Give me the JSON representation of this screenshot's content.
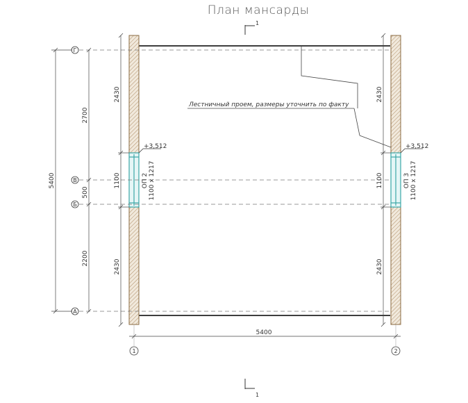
{
  "title": "План мансарды",
  "section_marks": {
    "top": "1",
    "bottom": "1"
  },
  "axes": {
    "rows": [
      "Г",
      "В",
      "Б",
      "А"
    ],
    "cols": [
      "1",
      "2"
    ]
  },
  "dimensions": {
    "total_height": "5400",
    "seg_top": "2700",
    "seg_mid": "500",
    "seg_bottom": "2200",
    "total_width": "5400",
    "wall_top_left": "2430",
    "wall_top_right": "2430",
    "wall_bottom_left": "2430",
    "wall_bottom_right": "2430",
    "window_left": "1100",
    "window_right": "1100"
  },
  "openings": {
    "left": {
      "label": "ОП 2",
      "size": "1100 х 1217",
      "level": "+3,512"
    },
    "right": {
      "label": "ОП 3",
      "size": "1100 х 1217",
      "level": "+3,512"
    }
  },
  "note": "Лестничный проем, размеры уточнить по факту",
  "colors": {
    "wall": "#a0784a",
    "window": "#3aa6a6",
    "line": "#333333",
    "dash": "#888888"
  }
}
